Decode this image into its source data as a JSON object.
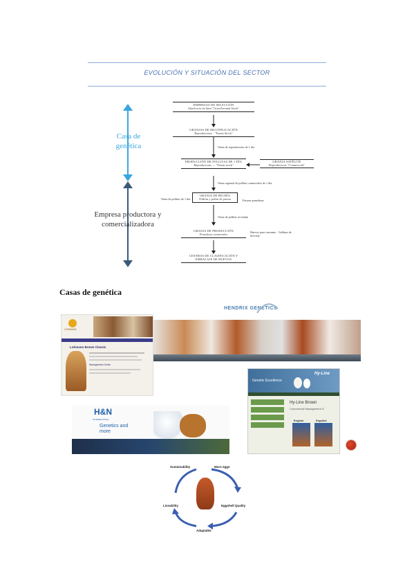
{
  "header": {
    "title": "EVOLUCIÓN Y SITUACIÓN DEL SECTOR"
  },
  "side": {
    "top_label": "Casa de genética",
    "bottom_label": "Empresa productora y comercializadora"
  },
  "flow": {
    "box1": {
      "title": "EMPRESAS DE SELECCIÓN",
      "sub": "Abuelos/as de línea \"Gran Parental Stock\""
    },
    "box2": {
      "title": "GRANJAS DE MULTIPLICACIÓN",
      "sub": "Reproductores · \"Parent Stock\""
    },
    "note_sale1": "Venta de reproductores de 1 día",
    "box3": {
      "title": "PRODUCCIÓN DE POLLITAS DE 1 DÍA",
      "sub": "Reproductoras → \"Parent stock\""
    },
    "box_sat": {
      "title": "GRANJA SATÉLITE",
      "sub": "Reproductoras \"Commercial\""
    },
    "note_sale2": "Venta regional de pollitos comerciales de 1 día",
    "note_left": "Venta de pollitos de 1 día",
    "box4": {
      "title": "GRANJA DE RECRÍA",
      "sub": "Pollitas y pollas de puesta"
    },
    "note_right": "Futuras ponedoras",
    "note_sale3": "Venta de pollitas recriadas",
    "box5": {
      "title": "GRANJA DE PRODUCCIÓN",
      "sub": "Ponedoras comerciales"
    },
    "note_right2": "Huevos para consumo · Gallinas de desvieje",
    "box6": {
      "title": "CENTROS DE CLASIFICACIÓN Y EMBALAJE DE HUEVOS",
      "sub": ""
    }
  },
  "section_title": "Casas de genética",
  "screens": {
    "lohmann": {
      "logo": "LOHMANN",
      "heading": "Lohmann Brown Classic",
      "subheading": "Management Guide"
    },
    "hendrix": {
      "brand": "HENDRIX GENETICS"
    },
    "hyline": {
      "brand": "Hy-Line",
      "tagline": "Genetic Excellence",
      "product": "Hy-Line Brown",
      "guide": "Commercial Management G",
      "lang1": "English",
      "lang2": "Español"
    },
    "hn": {
      "logo": "H&N",
      "sub": "INTERNATIONAL",
      "slogan": "Genetics and more"
    },
    "cycle": {
      "top_left": "Sustainability",
      "top_right": "More eggs",
      "right": "Eggshell Quality",
      "left": "Liveability",
      "bottom": "Adaptable"
    }
  },
  "colors": {
    "accent": "#4a6fb0",
    "arrow_top": "#38a6e0",
    "arrow_bottom": "#3b5a7a",
    "hyline_green": "#6a9a4a",
    "hn_blue": "#1d5fa8"
  }
}
